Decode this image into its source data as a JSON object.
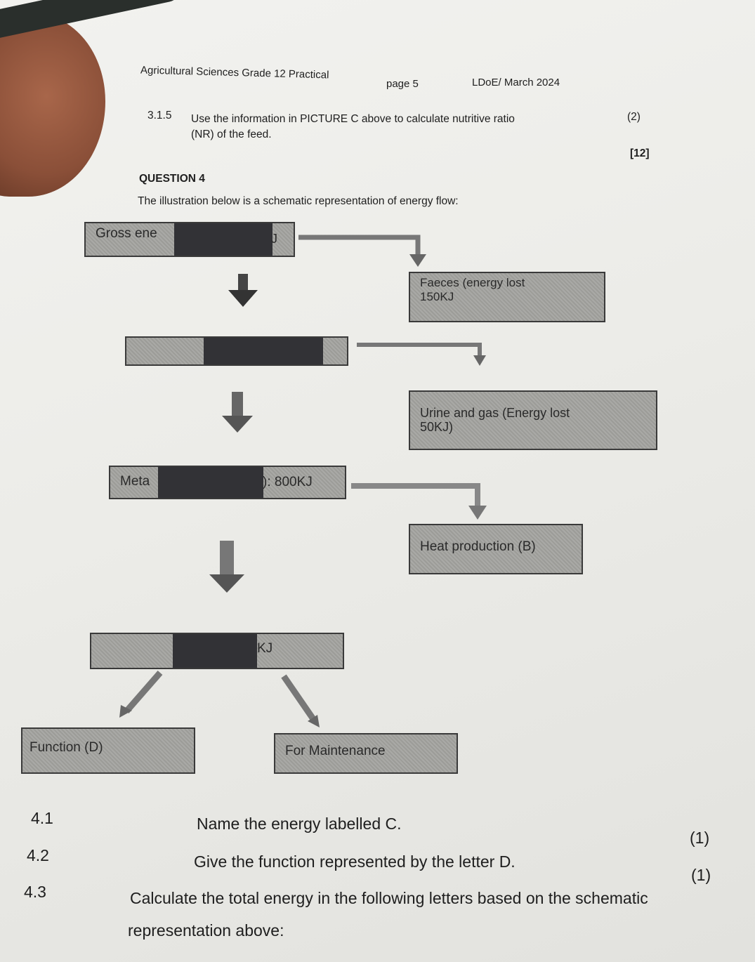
{
  "header": {
    "subject": "Agricultural Sciences Grade 12 Practical",
    "page": "page 5",
    "source": "LDoE/ March 2024"
  },
  "q315": {
    "number": "3.1.5",
    "line1": "Use the information in PICTURE C above to calculate nutritive ratio",
    "line2": "(NR) of the feed.",
    "marks": "(2)",
    "total": "[12]"
  },
  "q4": {
    "title": "QUESTION 4",
    "intro": "The illustration below is a schematic representation of energy flow:"
  },
  "diagram": {
    "gross_energy": "Gross ene",
    "gross_energy_unit": "J",
    "faeces_line1": "Faeces (energy lost",
    "faeces_line2": "150KJ",
    "urine_line1": "Urine and gas (Energy lost",
    "urine_line2": "50KJ)",
    "meta_label": "Meta",
    "meta_value": "): 800KJ",
    "heat": "Heat production (B)",
    "net_unit": "KJ",
    "function": "Function (D)",
    "maintenance": "For Maintenance"
  },
  "questions": [
    {
      "number": "4.1",
      "text": "Name the energy labelled C.",
      "marks": "(1)"
    },
    {
      "number": "4.2",
      "text": "Give the function represented by the letter D.",
      "marks": "(1)"
    },
    {
      "number": "4.3",
      "text": "Calculate the total energy in the following letters based on the schematic",
      "text2": "representation above:"
    }
  ]
}
